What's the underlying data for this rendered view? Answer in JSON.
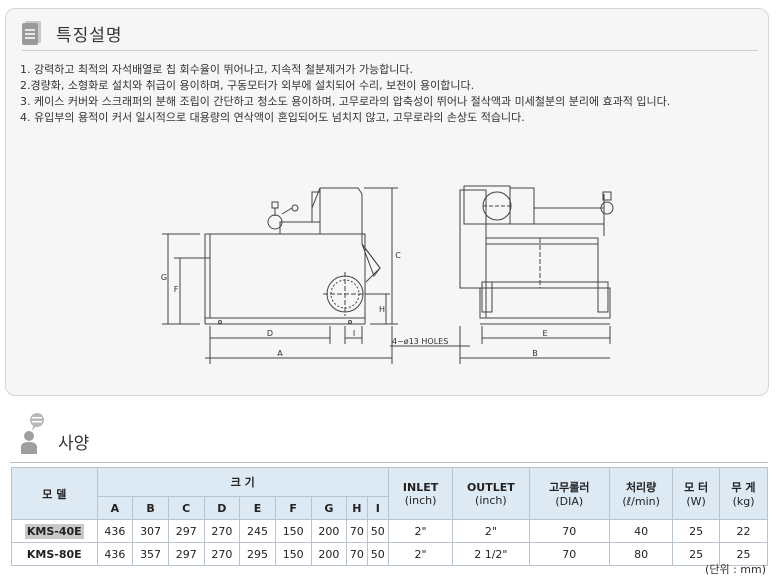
{
  "features": {
    "title": "특징설명",
    "items": [
      "1. 강력하고 최적의 자석배열로 칩 회수율이 뛰어나고, 지속적 철분제거가 가능합니다.",
      "2.경량화, 소형화로 설치와 취급이 용이하며, 구동모터가 외부에 설치되어 수리, 보전이 용이합니다.",
      "3. 케이스 커버와 스크래퍼의 분해 조립이 간단하고 청소도 용이하며, 고무로라의 압축성이 뛰어나 절삭액과 미세철분의 분리에 효과적 입니다.",
      "4. 유입부의 용적이 커서 일시적으로 대용량의 연삭액이 혼입되어도 넘치지 않고, 고무로라의 손상도 적습니다."
    ]
  },
  "diagram": {
    "labels": {
      "A": "A",
      "B": "B",
      "C": "C",
      "D": "D",
      "E": "E",
      "F": "F",
      "G": "G",
      "H": "H",
      "I": "I",
      "holes": "4−ø13 HOLES"
    }
  },
  "spec": {
    "title": "사양",
    "headers": {
      "model": "모 델",
      "size": "크 기",
      "size_cols": [
        "A",
        "B",
        "C",
        "D",
        "E",
        "F",
        "G",
        "H",
        "I"
      ],
      "inlet": "INLET",
      "inlet_unit": "(inch)",
      "outlet": "OUTLET",
      "outlet_unit": "(inch)",
      "roller": "고무롤러",
      "roller_unit": "(DIA)",
      "capacity": "처리량",
      "capacity_unit": "(ℓ/min)",
      "motor": "모 터",
      "motor_unit": "(W)",
      "weight": "무 게",
      "weight_unit": "(kg)"
    },
    "rows": [
      {
        "model": "KMS-40E",
        "sizes": [
          "436",
          "307",
          "297",
          "270",
          "245",
          "150",
          "200",
          "70",
          "50"
        ],
        "inlet": "2\"",
        "outlet": "2\"",
        "roller": "70",
        "capacity": "40",
        "motor": "25",
        "weight": "22"
      },
      {
        "model": "KMS-80E",
        "sizes": [
          "436",
          "357",
          "297",
          "270",
          "295",
          "150",
          "200",
          "70",
          "50"
        ],
        "inlet": "2\"",
        "outlet": "2 1/2\"",
        "roller": "70",
        "capacity": "80",
        "motor": "25",
        "weight": "25"
      }
    ],
    "unit_note": "(단위 : mm)"
  }
}
